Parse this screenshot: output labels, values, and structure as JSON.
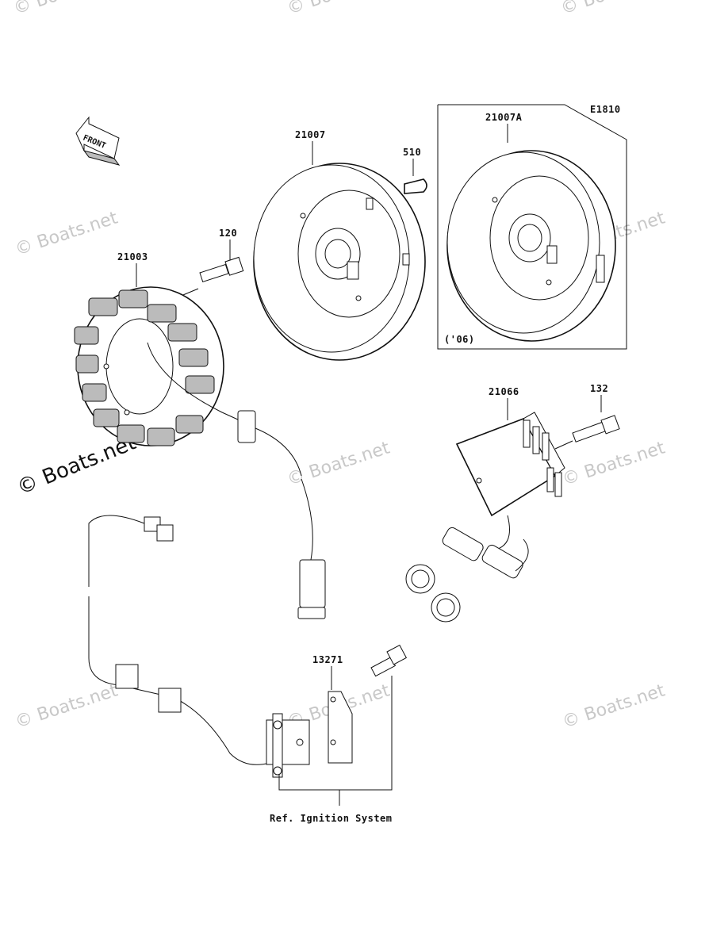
{
  "labels": {
    "e_code": "E1810",
    "p21007": "21007",
    "p21007a": "21007A",
    "p510": "510",
    "p120": "120",
    "p21003": "21003",
    "p21066": "21066",
    "p132": "132",
    "p13271": "13271",
    "year_note": "('06)",
    "front": "FRONT",
    "ref": "Ref. Ignition System"
  },
  "watermark": {
    "text": "© Boats.net",
    "text_main": "© Boats.net"
  }
}
